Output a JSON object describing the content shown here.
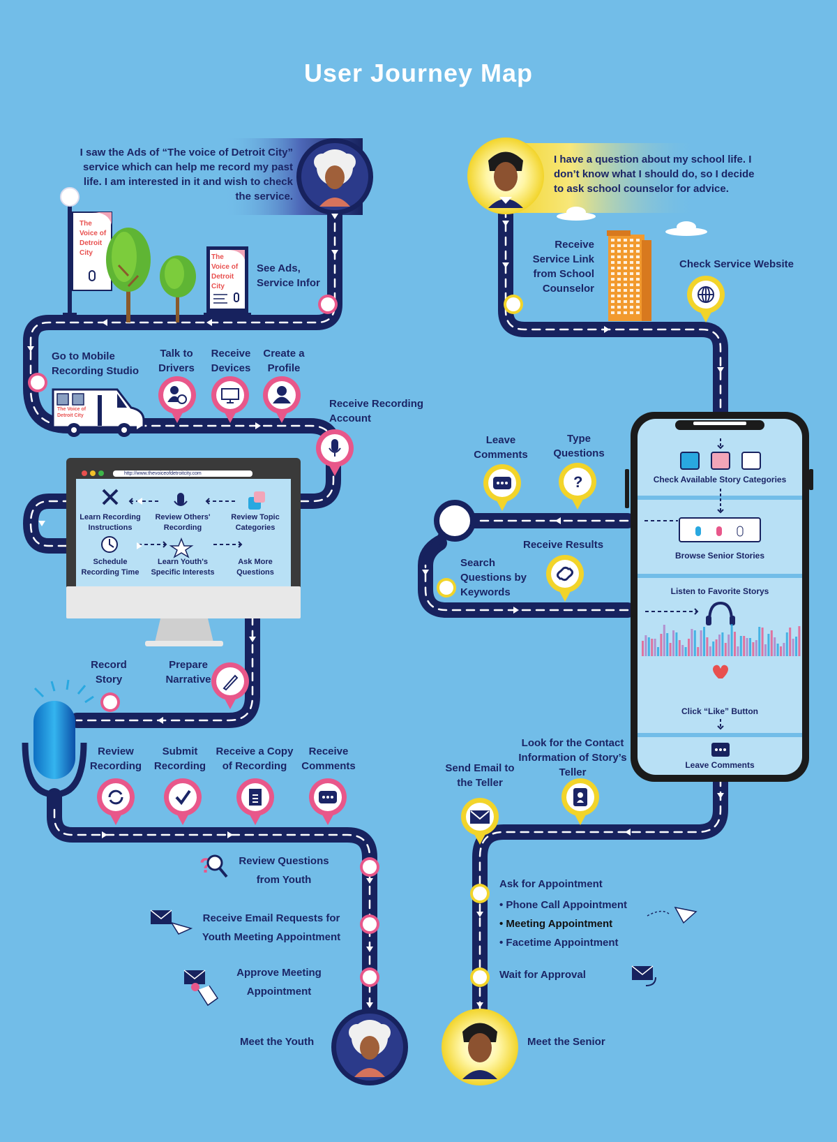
{
  "title": "User Journey Map",
  "colors": {
    "background": "#72bde8",
    "road": "#17225e",
    "pink": "#e8578a",
    "yellow": "#f2d42a",
    "navy": "#1b2566",
    "white": "#ffffff"
  },
  "senior": {
    "quote": "I saw the Ads of “The voice of Detroit City” service which can help me record my past life. I am interested in it and wish to check the service.",
    "banner_text": "The Voice of Detroit City",
    "van_text": "The Voice of Detroit City",
    "steps": {
      "see_ads": "See Ads, Service Infor",
      "go_studio": "Go to Mobile Recording Studio",
      "talk_drivers": "Talk to Drivers",
      "receive_devices": "Receive Devices",
      "create_profile": "Create a Profile",
      "receive_account": "Receive Recording Account",
      "record_story": "Record Story",
      "prepare_narrative": "Prepare Narrative",
      "review_recording": "Review Recording",
      "submit_recording": "Submit Recording",
      "receive_copy": "Receive a Copy of Recording",
      "receive_comments": "Receive Comments",
      "review_questions": "Review Questions from Youth",
      "receive_email": "Receive Email Requests for Youth Meeting Appointment",
      "approve": "Approve Meeting Appointment",
      "meet_youth": "Meet the Youth"
    },
    "monitor": {
      "url": "http://www.thevoiceofdetroitcity.com",
      "items": [
        "Learn Recording Instructions",
        "Review Others' Recording",
        "Review Topic Categories",
        "Schedule Recording Time",
        "Learn Youth's Specific Interests",
        "Ask More Questions"
      ]
    }
  },
  "youth": {
    "quote": "I have a question about my school life. I don’t know what I should do, so I decide to ask school counselor for advice.",
    "steps": {
      "receive_link": "Receive Service Link from School Counselor",
      "check_website": "Check Service Website",
      "leave_comments": "Leave Comments",
      "type_questions": "Type Questions",
      "receive_results": "Receive Results",
      "search": "Search Questions by Keywords",
      "look_contact": "Look for the Contact Information of Story’s Teller",
      "send_email": "Send Email to the Teller",
      "ask_appointment": "Ask for Appointment",
      "options": [
        "• Phone Call Appointment",
        "• Meeting Appointment",
        "• Facetime Appointment"
      ],
      "wait_approval": "Wait for Approval",
      "meet_senior": "Meet the Senior"
    },
    "phone": {
      "check_categories": "Check Available Story Categories",
      "browse": "Browse Senior Stories",
      "listen": "Listen to Favorite Storys",
      "like": "Click “Like” Button",
      "leave_comments": "Leave Comments"
    }
  }
}
